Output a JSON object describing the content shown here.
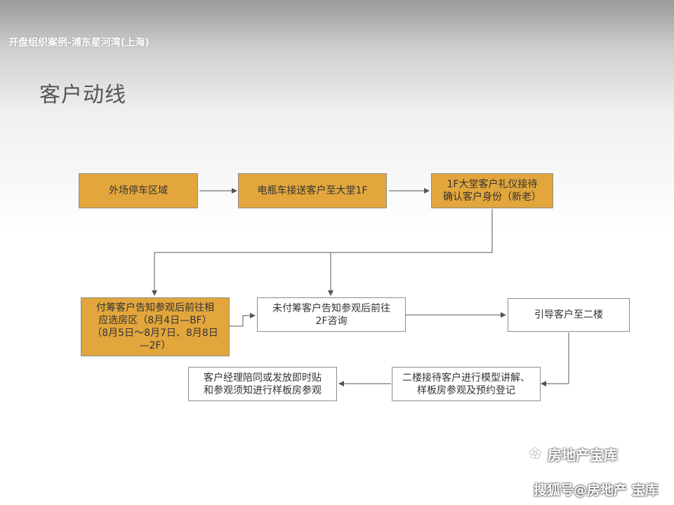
{
  "header": {
    "text": "开盘组织案例-浦东星河湾(上海)"
  },
  "title": "客户动线",
  "nodes": {
    "n1": "外场停车区域",
    "n2": "电瓶车接送客户至大堂1F",
    "n3": "1F大堂客户礼仪接待\n确认客户身份（新老）",
    "n4": "付筹客户告知参观后前往相\n应选房区（8月4日—BF）\n（8月5日～8月7日、8月8日\n—2F）",
    "n5": "未付筹客户告知参观后前往\n2F咨询",
    "n6": "引导客户至二楼",
    "n7": "二楼接待客户进行模型讲解、\n样板房参观及预约登记",
    "n8": "客户经理陪同或发放即时贴\n和参观须知进行样板房参观"
  },
  "colors": {
    "highlight": "#e2a63c",
    "border": "#8c8c8c",
    "arrow": "#555555"
  },
  "watermark": {
    "icon": "wechat-icon",
    "line1": "房地产宝库",
    "line2": "搜狐号@房地产 宝库"
  }
}
